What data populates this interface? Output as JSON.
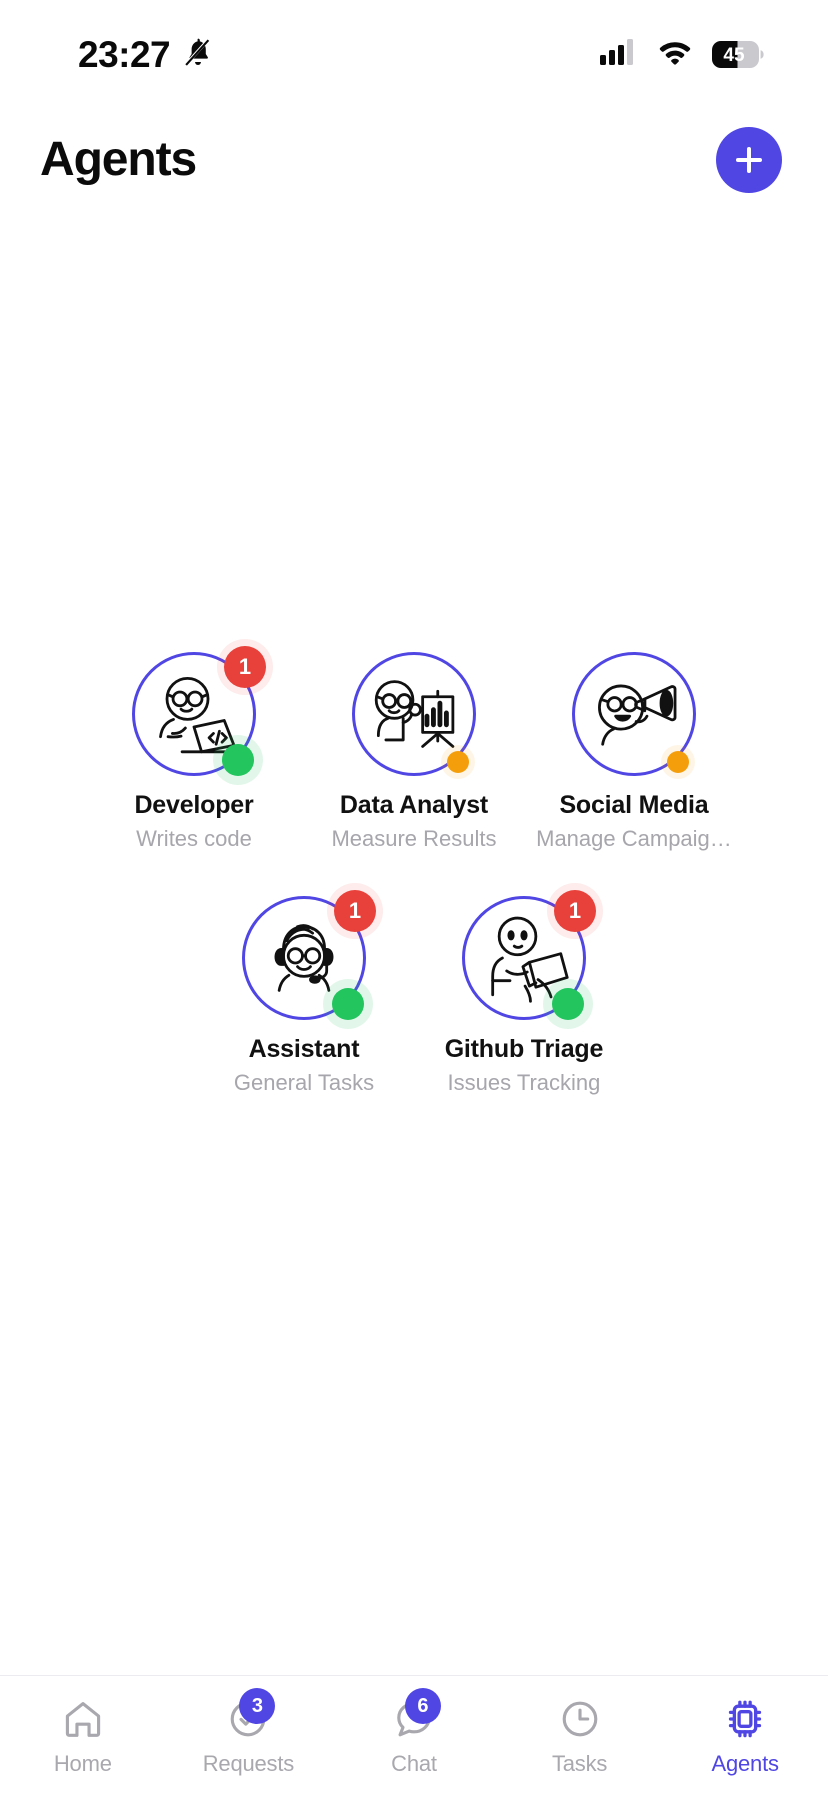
{
  "status_bar": {
    "time": "23:27",
    "icons": [
      "bell-muted-icon",
      "cellular-signal-icon",
      "wifi-icon",
      "battery-icon"
    ],
    "battery_level": "45"
  },
  "header": {
    "title": "Agents",
    "add_button_label": "+",
    "accent_color": "#5046E4"
  },
  "colors": {
    "accent": "#5046E4",
    "badge_red": "#E8403A",
    "status_online": "#22C55E",
    "status_busy": "#F59E0B",
    "muted_text": "#a8a8ae"
  },
  "agents": [
    {
      "name": "Developer",
      "desc": "Writes code",
      "badge": "1",
      "status": "online",
      "avatar": "developer-laptop-doodle"
    },
    {
      "name": "Data Analyst",
      "desc": "Measure Results",
      "badge": "",
      "status": "busy",
      "avatar": "analyst-chart-doodle"
    },
    {
      "name": "Social Media",
      "desc": "Manage Campaig…",
      "badge": "",
      "status": "busy",
      "avatar": "megaphone-doodle"
    },
    {
      "name": "Assistant",
      "desc": "General Tasks",
      "badge": "1",
      "status": "online",
      "avatar": "headset-assistant-doodle"
    },
    {
      "name": "Github Triage",
      "desc": "Issues Tracking",
      "badge": "1",
      "status": "online",
      "avatar": "person-tablet-doodle"
    }
  ],
  "tabs": [
    {
      "label": "Home",
      "icon": "home-icon",
      "badge": "",
      "active": false
    },
    {
      "label": "Requests",
      "icon": "check-circle-icon",
      "badge": "3",
      "active": false
    },
    {
      "label": "Chat",
      "icon": "chat-bubble-icon",
      "badge": "6",
      "active": false
    },
    {
      "label": "Tasks",
      "icon": "clock-icon",
      "badge": "",
      "active": false
    },
    {
      "label": "Agents",
      "icon": "cpu-chip-icon",
      "badge": "",
      "active": true
    }
  ]
}
